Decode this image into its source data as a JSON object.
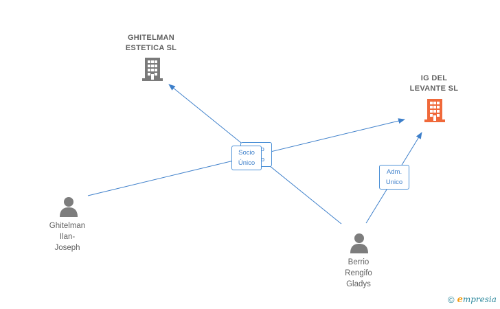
{
  "companies": [
    {
      "id": "ghitelman-estetica",
      "name": "GHITELMAN\nESTETICA SL",
      "color": "#7a7a7a"
    },
    {
      "id": "ig-del-levante",
      "name": "IG DEL\nLEVANTE SL",
      "color": "#f0693a"
    }
  ],
  "people": [
    {
      "id": "ghitelman-ilan",
      "name": "Ghitelman\nIlan-\nJoseph"
    },
    {
      "id": "berrio-rengifo",
      "name": "Berrio\nRengifo\nGladys"
    }
  ],
  "relations": [
    {
      "label": "Socio\nÚnico",
      "hidden_label": "Socio\nÚnico"
    },
    {
      "label": "Adm.\nUnico"
    }
  ],
  "brand": {
    "copyright": "©",
    "e": "e",
    "rest": "mpresia"
  },
  "colors": {
    "edge": "#3d7fca",
    "person": "#7d7d7d"
  }
}
